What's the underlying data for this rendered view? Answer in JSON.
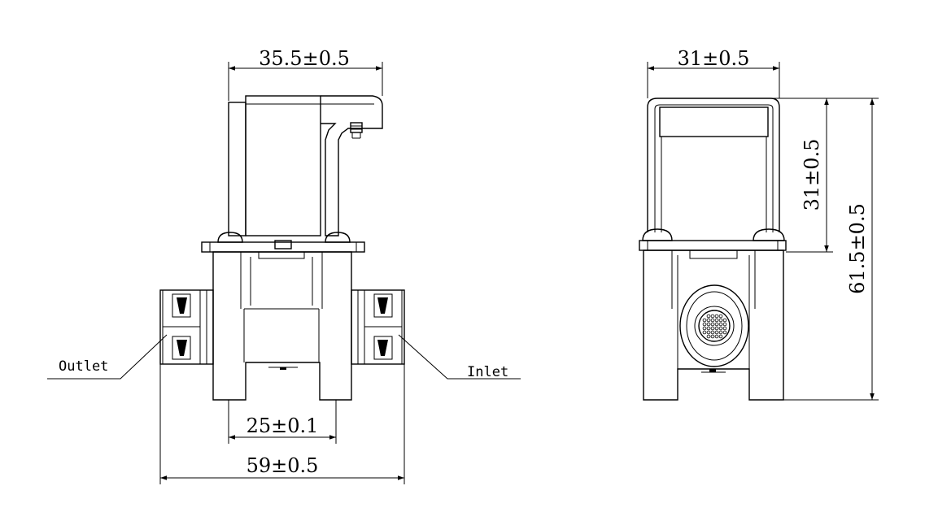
{
  "dimensions": {
    "front_top_width": "35.5±0.5",
    "front_bottom_inner": "25±0.1",
    "front_bottom_outer": "59±0.5",
    "side_top_width": "31±0.5",
    "side_coil_height": "31±0.5",
    "side_total_height": "61.5±0.5"
  },
  "labels": {
    "outlet": "Outlet",
    "inlet": "Inlet"
  }
}
